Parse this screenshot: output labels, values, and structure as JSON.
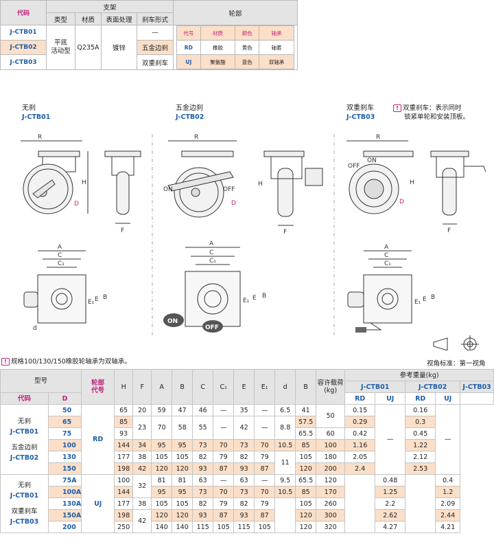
{
  "top_table": {
    "header": {
      "code": "代码",
      "bracket": "支架",
      "type": "类型",
      "material": "材质",
      "surface": "表面处理",
      "brake": "刹车形式",
      "wheel": "轮部"
    },
    "rows": [
      {
        "code": "J-CTB01",
        "brake": "—"
      },
      {
        "code": "J-CTB02",
        "brake": "五金边刹"
      },
      {
        "code": "J-CTB03",
        "brake": "双重刹车"
      }
    ],
    "type_value": "平底\n活动型",
    "material_value": "Q235A",
    "surface_value": "镀锌",
    "wheel_table": {
      "header": [
        "代号",
        "材质",
        "颜色",
        "轴承"
      ],
      "rows": [
        [
          "RD",
          "橡胶",
          "黄色",
          "轴套"
        ],
        [
          "UJ",
          "聚氨酯",
          "蓝色",
          "双轴承"
        ]
      ]
    }
  },
  "drawings": {
    "d1": {
      "title": "无刹",
      "code": "J-CTB01"
    },
    "d2": {
      "title": "五金边刹",
      "code": "J-CTB02"
    },
    "d3": {
      "title": "双重刹车",
      "code": "J-CTB03"
    },
    "note_line1": "双重刹车：表示同时",
    "note_line2": "锁紧单轮和安装顶板。",
    "dims": {
      "R": "R",
      "H": "H",
      "D": "D",
      "F": "F",
      "A": "A",
      "B": "B",
      "C": "C",
      "C1": "C₁",
      "E": "E",
      "E1": "E₁",
      "d": "d",
      "ON": "ON",
      "OFF": "OFF"
    }
  },
  "note_axle": "规格100/130/150橡胶轮轴承为双轴承。",
  "view_label": "视角标准：第一视角",
  "spec": {
    "header": {
      "model": "型号",
      "wheel_code": "轮部\n代号",
      "cols": [
        "H",
        "F",
        "A",
        "B",
        "C",
        "C₁",
        "E",
        "E₁",
        "d",
        "B"
      ],
      "load": "容许载荷\n(kg)",
      "weight": "参考重量(kg)",
      "w_codes": [
        "J-CTB01",
        "J-CTB02",
        "J-CTB03"
      ],
      "w_sub": [
        "RD",
        "UJ",
        "RD",
        "UJ"
      ],
      "code": "代码",
      "D": "D"
    },
    "group1_label": [
      "无刹",
      "J-CTB01",
      "五金边刹",
      "J-CTB02"
    ],
    "group1_wheel": "RD",
    "group2_label": [
      "无刹",
      "J-CTB01",
      "双重刹车",
      "J-CTB03"
    ],
    "group2_wheel": "UJ",
    "g1": [
      [
        "50",
        "65",
        "20",
        "59",
        "47",
        "46",
        "—",
        "35",
        "—",
        "6.5",
        "41",
        "50",
        "0.15",
        "—",
        "0.16",
        "—"
      ],
      [
        "65",
        "85",
        "",
        "",
        "",
        "",
        "",
        "",
        "",
        "",
        "57.5",
        "",
        "0.29",
        "",
        "0.3",
        ""
      ],
      [
        "75",
        "93",
        "23",
        "70",
        "58",
        "55",
        "",
        "42",
        "",
        "8.8",
        "65.5",
        "60",
        "0.42",
        "",
        "0.45",
        ""
      ],
      [
        "100",
        "144",
        "34",
        "95",
        "95",
        "73",
        "70",
        "73",
        "70",
        "10.5",
        "85",
        "100",
        "1.16",
        "",
        "1.22",
        ""
      ],
      [
        "130",
        "177",
        "38",
        "105",
        "105",
        "82",
        "79",
        "82",
        "79",
        "11",
        "105",
        "180",
        "2.05",
        "",
        "2.12",
        ""
      ],
      [
        "150",
        "198",
        "42",
        "120",
        "120",
        "93",
        "87",
        "93",
        "87",
        "",
        "120",
        "200",
        "2.4",
        "",
        "2.53",
        ""
      ]
    ],
    "g2": [
      [
        "75A",
        "100",
        "32",
        "81",
        "81",
        "63",
        "—",
        "63",
        "—",
        "9.5",
        "65.5",
        "120",
        "",
        "0.48",
        "",
        "0.4"
      ],
      [
        "100A",
        "144",
        "",
        "95",
        "95",
        "73",
        "70",
        "73",
        "70",
        "10.5",
        "85",
        "170",
        "",
        "1.25",
        "",
        "1.2"
      ],
      [
        "130A",
        "177",
        "38",
        "105",
        "105",
        "82",
        "79",
        "82",
        "79",
        "",
        "105",
        "260",
        "—",
        "2.2",
        "—",
        "2.09"
      ],
      [
        "150A",
        "198",
        "42",
        "120",
        "120",
        "93",
        "87",
        "93",
        "87",
        "11",
        "120",
        "300",
        "",
        "2.62",
        "",
        "2.44"
      ],
      [
        "200",
        "250",
        "",
        "140",
        "140",
        "115",
        "105",
        "115",
        "105",
        "",
        "120",
        "320",
        "",
        "4.27",
        "",
        "4.21"
      ]
    ]
  }
}
